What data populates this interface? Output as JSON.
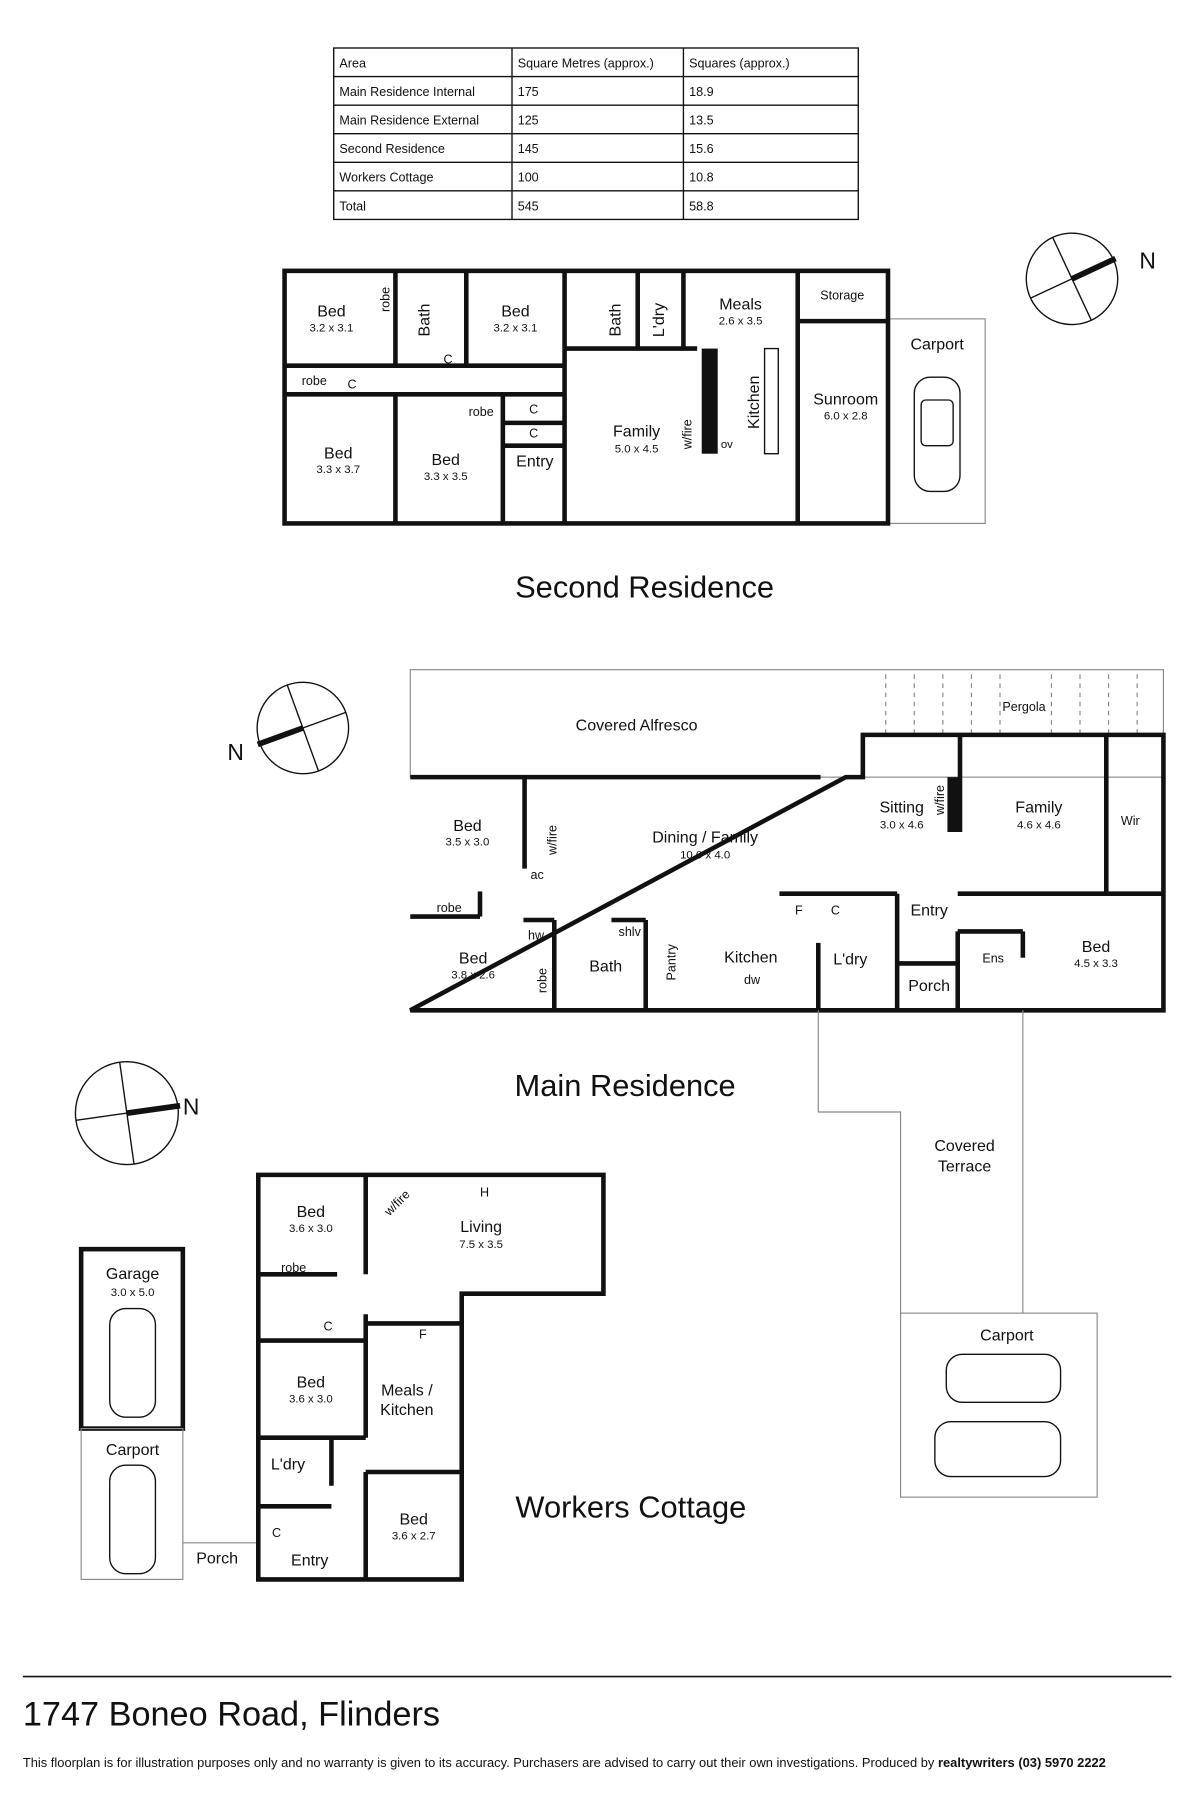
{
  "area_table": {
    "headers": [
      "Area",
      "Square Metres (approx.)",
      "Squares (approx.)"
    ],
    "rows": [
      [
        "Main Residence Internal",
        "175",
        "18.9"
      ],
      [
        "Main Residence External",
        "125",
        "13.5"
      ],
      [
        "Second Residence",
        "145",
        "15.6"
      ],
      [
        "Workers Cottage",
        "100",
        "10.8"
      ],
      [
        "Total",
        "545",
        "58.8"
      ]
    ]
  },
  "second_residence": {
    "title": "Second Residence",
    "bed1": {
      "name": "Bed",
      "size": "3.2 x 3.1"
    },
    "bed2": {
      "name": "Bed",
      "size": "3.2 x 3.1"
    },
    "bed3": {
      "name": "Bed",
      "size": "3.3 x 3.7"
    },
    "bed4": {
      "name": "Bed",
      "size": "3.3 x 3.5"
    },
    "meals": {
      "name": "Meals",
      "size": "2.6 x 3.5"
    },
    "family": {
      "name": "Family",
      "size": "5.0 x 4.5"
    },
    "sunroom": {
      "name": "Sunroom",
      "size": "6.0 x 2.8"
    },
    "labels": {
      "robe": "robe",
      "bath": "Bath",
      "ldry": "L'dry",
      "storage": "Storage",
      "carport": "Carport",
      "c": "C",
      "entry": "Entry",
      "wfire": "w/fire",
      "kitchen": "Kitchen",
      "ov": "ov"
    }
  },
  "main_residence": {
    "title": "Main Residence",
    "bed1": {
      "name": "Bed",
      "size": "3.5 x 3.0"
    },
    "bed2": {
      "name": "Bed",
      "size": "3.8 x 2.6"
    },
    "bed3": {
      "name": "Bed",
      "size": "4.5 x 3.3"
    },
    "dining": {
      "name": "Dining / Family",
      "size": "10.0 x 4.0"
    },
    "sitting": {
      "name": "Sitting",
      "size": "3.0 x 4.6"
    },
    "family": {
      "name": "Family",
      "size": "4.6 x 4.6"
    },
    "labels": {
      "alfresco": "Covered Alfresco",
      "pergola": "Pergola",
      "wfire": "w/fire",
      "ac": "ac",
      "wir": "Wir",
      "robe": "robe",
      "entry": "Entry",
      "f": "F",
      "c": "C",
      "hw": "hw",
      "shlv": "shlv",
      "bath": "Bath",
      "pantry": "Pantry",
      "kitchen": "Kitchen",
      "dw": "dw",
      "ldry": "L'dry",
      "ens": "Ens",
      "porch": "Porch",
      "terrace1": "Covered",
      "terrace2": "Terrace",
      "carport": "Carport"
    }
  },
  "workers_cottage": {
    "title": "Workers Cottage",
    "bed1": {
      "name": "Bed",
      "size": "3.6 x 3.0"
    },
    "bed2": {
      "name": "Bed",
      "size": "3.6 x 3.0"
    },
    "bed3": {
      "name": "Bed",
      "size": "3.6 x 2.7"
    },
    "living": {
      "name": "Living",
      "size": "7.5 x 3.5"
    },
    "garage": {
      "name": "Garage",
      "size": "3.0 x 5.0"
    },
    "labels": {
      "wfire": "w/fire",
      "h": "H",
      "robe": "robe",
      "c": "C",
      "f": "F",
      "meals1": "Meals /",
      "meals2": "Kitchen",
      "carport": "Carport",
      "ldry": "L'dry",
      "porch": "Porch",
      "entry": "Entry"
    }
  },
  "compass": {
    "label": "N",
    "icon": "north-arrow-icon"
  },
  "footer": {
    "address": "1747 Boneo Road, Flinders",
    "disclaimer": "This floorplan is for illustration purposes only and no warranty is given to its accuracy. Purchasers are advised to carry out their own investigations. Produced by ",
    "producer": "realtywriters (03) 5970 2222"
  }
}
